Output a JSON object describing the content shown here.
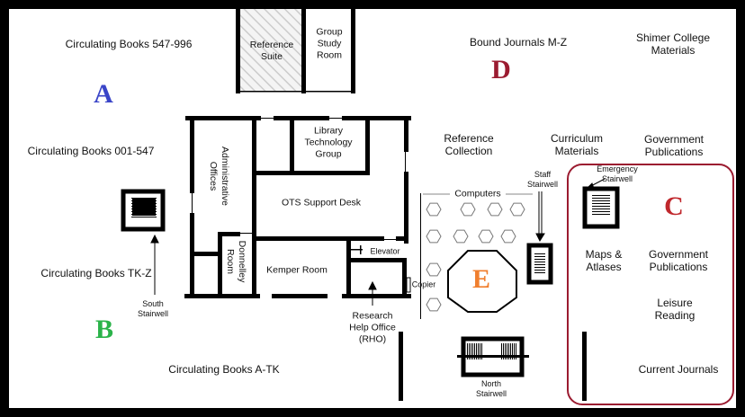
{
  "zones": {
    "A": {
      "letter": "A",
      "color": "#3a45c8"
    },
    "B": {
      "letter": "B",
      "color": "#2bb34a"
    },
    "C": {
      "letter": "C",
      "color": "#c0282d"
    },
    "D": {
      "letter": "D",
      "color": "#9b1b30"
    },
    "E": {
      "letter": "E",
      "color": "#f07f2e"
    }
  },
  "zone_c_border_color": "#9b1b30",
  "labels": {
    "circ_547_996": "Circulating Books 547-996",
    "circ_001_547": "Circulating Books 001-547",
    "circ_tk_z": "Circulating Books TK-Z",
    "circ_a_tk": "Circulating Books A-TK",
    "reference_suite": "Reference Suite",
    "group_study_room": "Group Study Room",
    "bound_journals": "Bound Journals M-Z",
    "shimer": "Shimer College Materials",
    "library_tech_group": "Library Technology Group",
    "admin_offices": "Administrative Offices",
    "ots_support": "OTS Support Desk",
    "donnelley_room": "Donnelley Room",
    "kemper_room": "Kemper Room",
    "elevator": "Elevator",
    "copier": "Copier",
    "rho": "Research Help Office (RHO)",
    "reference_collection": "Reference Collection",
    "curriculum_materials": "Curriculum Materials",
    "government_publications_top": "Government Publications",
    "computers": "Computers",
    "staff_stairwell": "Staff Stairwell",
    "emergency_stairwell": "Emergency Stairwell",
    "maps_atlases": "Maps & Atlases",
    "government_publications": "Government Publications",
    "leisure_reading": "Leisure Reading",
    "current_journals": "Current Journals",
    "south_stairwell": "South Stairwell",
    "north_stairwell": "North Stairwell"
  }
}
